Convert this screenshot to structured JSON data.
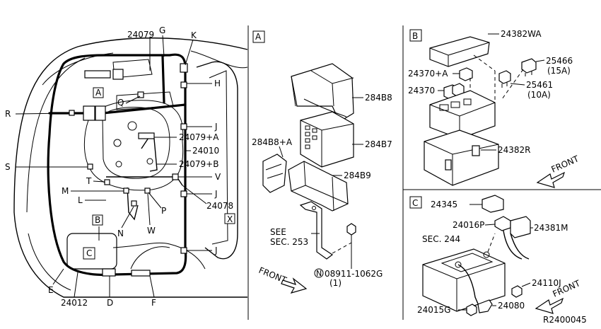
{
  "diagram": {
    "overview_labels": {
      "harness_main": "24079",
      "g": "G",
      "k": "K",
      "h": "H",
      "r": "R",
      "q": "Q",
      "j_upper": "J",
      "a_plus": "24079+A",
      "harness_body": "24010",
      "s": "S",
      "b_plus": "24079+B",
      "t": "T",
      "v": "V",
      "m": "M",
      "j_middle": "J",
      "l": "L",
      "harness_sub": "24078",
      "p": "P",
      "x_box": "X",
      "w": "W",
      "n": "N",
      "j_lower": "J",
      "e": "E",
      "harness_lower": "24012",
      "d": "D",
      "f": "F",
      "a_box": "A",
      "b_box": "B",
      "c_box": "C"
    },
    "panel_a": {
      "tag": "A",
      "cover_top": "284B8",
      "relay_block": "284B7",
      "side_part": "284B8+A",
      "lower_cover": "284B9",
      "see_line1": "SEE",
      "see_line2": "SEC. 253",
      "nut_code": "08911-1062G",
      "nut_qty": "(1)",
      "nut_mark": "N",
      "front": "FRONT"
    },
    "panel_b": {
      "tag": "B",
      "top_cover": "24382WA",
      "fuse_15": "25466",
      "fuse_15_rating": "(15A)",
      "relay_a": "24370+A",
      "relay": "24370",
      "fuse_10": "25461",
      "fuse_10_rating": "(10A)",
      "box_body": "24382R",
      "front": "FRONT"
    },
    "panel_c": {
      "tag": "C",
      "cover": "24345",
      "clip": "24016P",
      "sec": "SEC. 244",
      "cable": "24381M",
      "bolt": "24110J",
      "ground": "24015G",
      "terminal": "24080",
      "front": "FRONT"
    },
    "ref_code": "R2400045"
  }
}
